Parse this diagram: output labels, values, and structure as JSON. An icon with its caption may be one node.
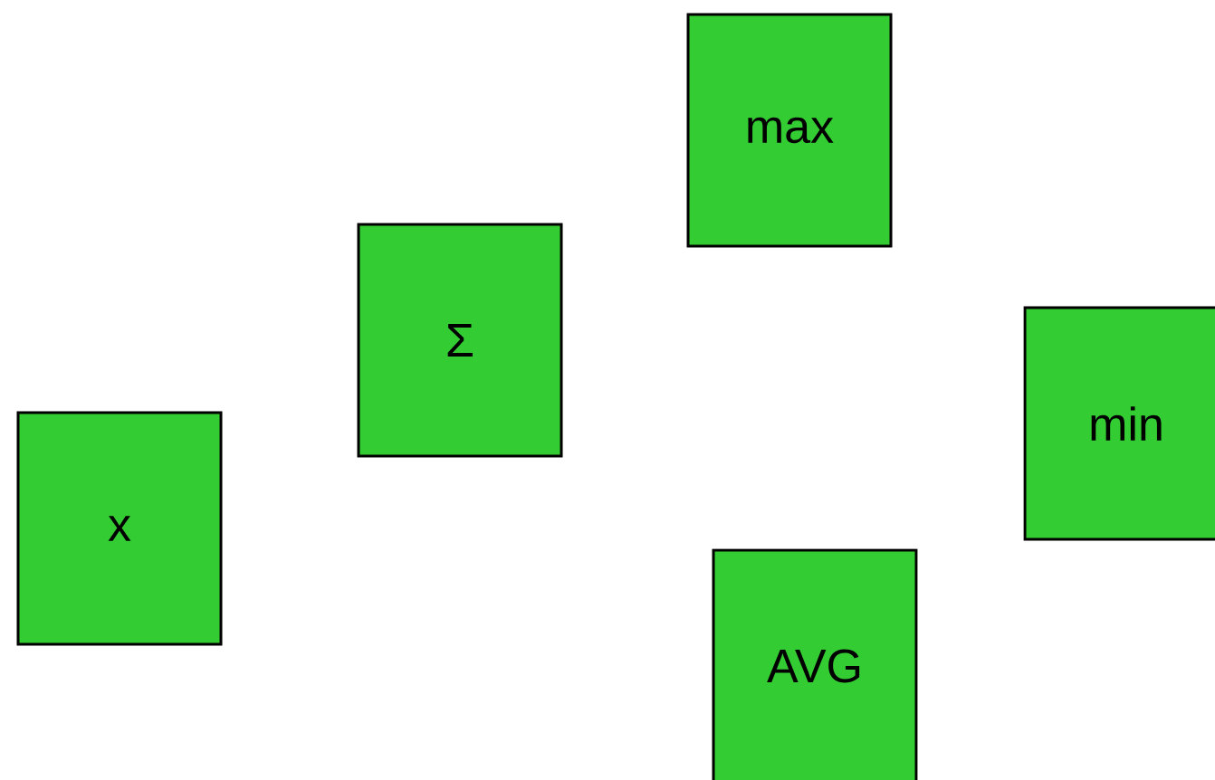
{
  "diagram": {
    "nodes": [
      {
        "text": [
          "x"
        ]
      },
      {
        "text": [
          "Σ"
        ]
      },
      {
        "text": [
          "max"
        ]
      },
      {
        "text": [
          "AVG"
        ]
      },
      {
        "text": [
          "min"
        ]
      }
    ]
  }
}
